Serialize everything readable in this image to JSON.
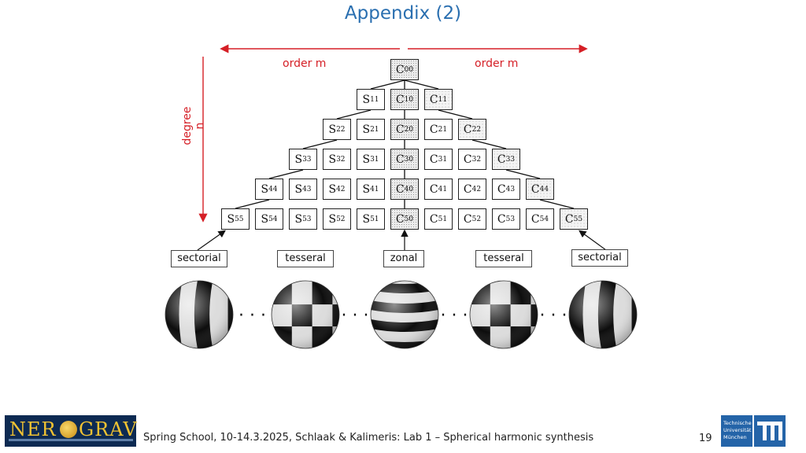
{
  "title": "Appendix (2)",
  "labels": {
    "order_left": "order m",
    "order_right": "order m",
    "degree": "degree n"
  },
  "colors": {
    "title": "#2a6fb0",
    "annotation": "#d51f26",
    "tum_blue": "#2464a8"
  },
  "coefficients": {
    "max_degree": 5,
    "zonal_letter": "C",
    "sine_letter": "S",
    "cosine_letter": "C"
  },
  "types": [
    "sectorial",
    "tesseral",
    "zonal",
    "tesseral",
    "sectorial"
  ],
  "ellipsis": "· · ·",
  "footer": {
    "logo_left_a": "NER",
    "logo_left_b": "GRAV",
    "text": "Spring School, 10-14.3.2025, Schlaak & Kalimeris: Lab 1 – Spherical harmonic synthesis",
    "page": "19",
    "tum_small": [
      "Technische",
      "Universität",
      "München"
    ]
  }
}
